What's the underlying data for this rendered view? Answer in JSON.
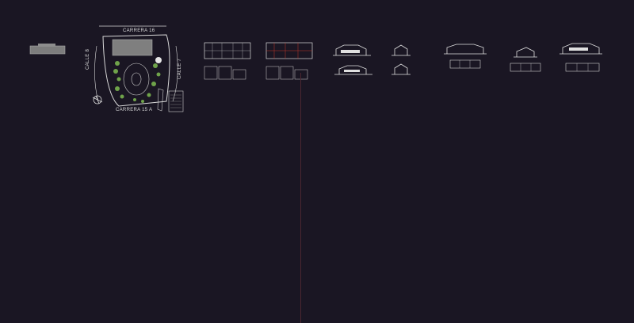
{
  "drawing": {
    "streets": {
      "top": "CARRERA 16",
      "bottom": "CARRERA 15 A",
      "left": "CALLE 8",
      "right": "CALLE 7"
    }
  },
  "colors": {
    "background": "#1a1623",
    "linework": "#d9d9d9",
    "vegetation": "#6fa34a",
    "accent_red": "#c0392b",
    "axis": "#4a2630"
  }
}
